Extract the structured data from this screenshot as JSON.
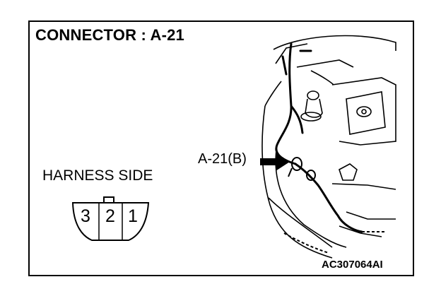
{
  "title": "CONNECTOR : A-21",
  "harness_label": "HARNESS SIDE",
  "connector_pins": [
    "3",
    "2",
    "1"
  ],
  "callout_label": "A-21(B)",
  "figure_code": "AC307064AI"
}
